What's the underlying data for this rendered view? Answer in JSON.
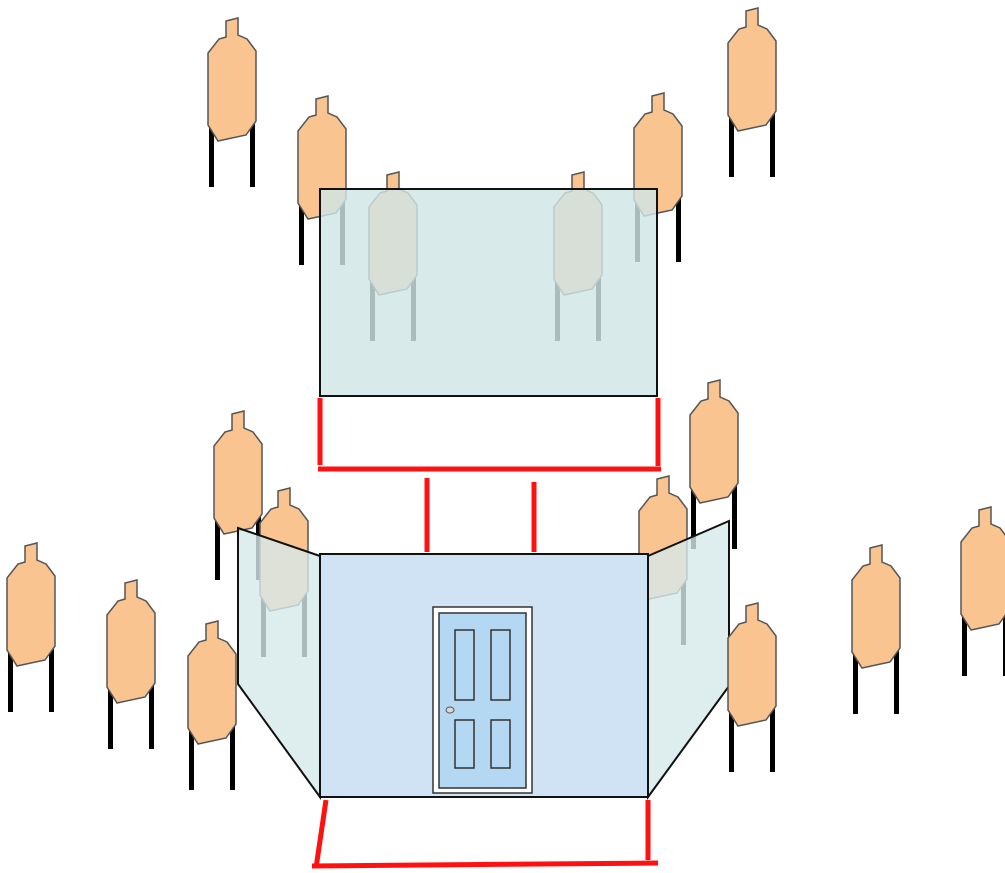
{
  "diagram": {
    "kind": "shooting-range-stage-layout",
    "colors": {
      "target_fill": "#f9c48f",
      "target_stroke": "#555555",
      "target_legs": "#000000",
      "barrier_glass": "#cfe5e5",
      "barrier_glass_side": "#d6e9ea",
      "front_wall": "#cfe3f5",
      "door_panel": "#b4d7f2",
      "fault_line": "#ff1111",
      "outline": "#111111"
    },
    "icons": {
      "target": "paper-silhouette-target-icon",
      "door": "door-icon"
    },
    "element_counts": {
      "targets": 16,
      "fault_lines": 6,
      "walls": 4,
      "doors": 1
    }
  }
}
